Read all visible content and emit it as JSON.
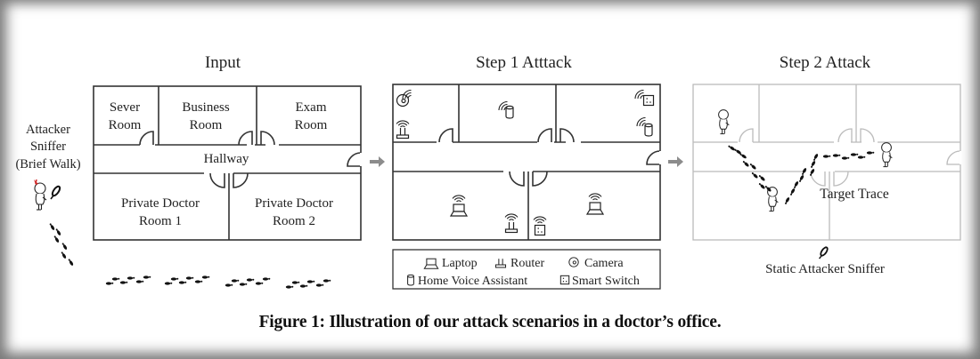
{
  "panels": {
    "input": {
      "title": "Input",
      "rooms": {
        "sever": [
          "Sever",
          "Room"
        ],
        "business": [
          "Business",
          "Room"
        ],
        "exam": [
          "Exam",
          "Room"
        ],
        "hallway": "Hallway",
        "doctor1": [
          "Private Doctor",
          "Room 1"
        ],
        "doctor2": [
          "Private Doctor",
          "Room 2"
        ]
      },
      "attacker_label": [
        "Attacker",
        "Sniffer",
        "(Brief Walk)"
      ]
    },
    "step1": {
      "title": "Step 1 Atttack",
      "devices": [
        {
          "room": "sever",
          "type": "camera"
        },
        {
          "room": "sever",
          "type": "router"
        },
        {
          "room": "business",
          "type": "home-voice-assistant"
        },
        {
          "room": "exam",
          "type": "smart-switch"
        },
        {
          "room": "exam",
          "type": "home-voice-assistant"
        },
        {
          "room": "doctor1",
          "type": "laptop"
        },
        {
          "room": "doctor1",
          "type": "router"
        },
        {
          "room": "doctor2",
          "type": "smart-switch"
        },
        {
          "room": "doctor2",
          "type": "laptop"
        }
      ],
      "legend": {
        "row1": [
          {
            "icon": "laptop-icon",
            "label": "Laptop"
          },
          {
            "icon": "router-icon",
            "label": "Router"
          },
          {
            "icon": "camera-icon",
            "label": "Camera"
          }
        ],
        "row2": [
          {
            "icon": "home-voice-assistant-icon",
            "label": "Home Voice Assistant"
          },
          {
            "icon": "smart-switch-icon",
            "label": "Smart Switch"
          }
        ]
      }
    },
    "step2": {
      "title": "Step 2 Attack",
      "trace_label": "Target Trace",
      "sniffer_label": "Static Attacker Sniffer"
    }
  },
  "colors": {
    "wall": "#333333",
    "wall_light": "#bbbbbb",
    "arrow": "#8c8c8c",
    "devil_horn": "#d22a2a"
  },
  "caption": "Figure 1: Illustration of our attack scenarios in a doctor’s office."
}
